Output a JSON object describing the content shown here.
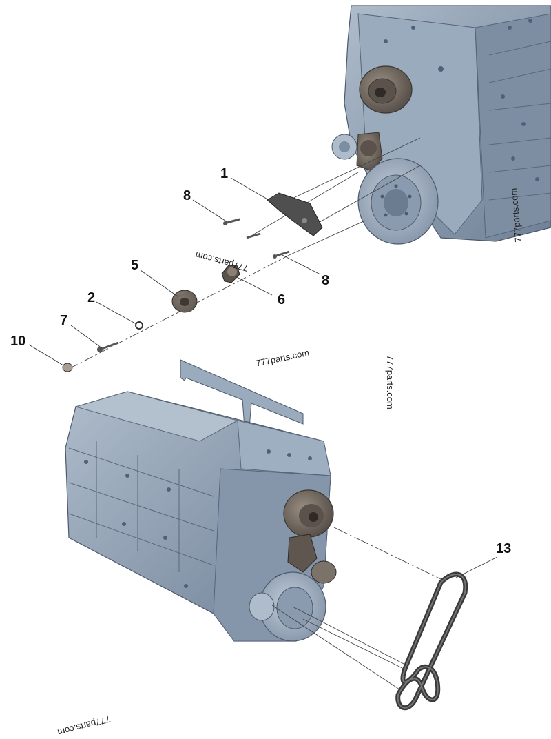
{
  "diagram": {
    "callouts": [
      "1",
      "2",
      "5",
      "6",
      "7",
      "8",
      "8",
      "10",
      "13"
    ],
    "watermark": "777parts.com",
    "colors": {
      "engine": "#8c9db2",
      "engine_dark": "#5f6e81",
      "engine_light": "#aebccb",
      "bracket": "#4a4a4a",
      "pulley": "#6b625a",
      "belt": "#3a3a3a",
      "leader": "#333333"
    }
  }
}
